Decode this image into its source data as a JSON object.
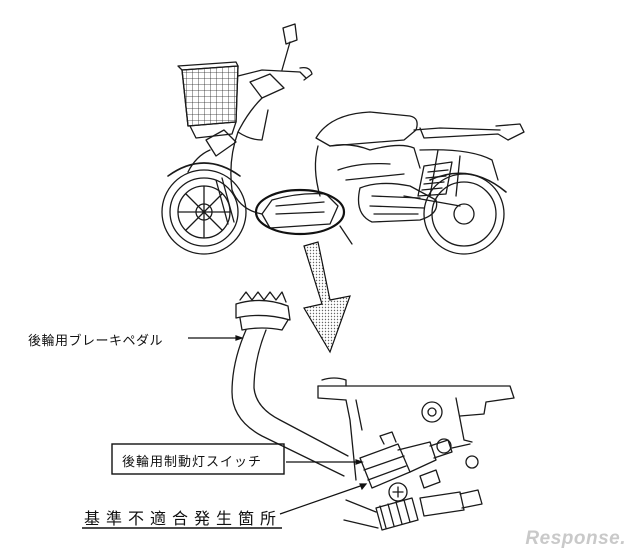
{
  "labels": {
    "rear_brake_pedal": "後輪用ブレーキペダル",
    "rear_brake_light_switch": "後輪用制動灯スイッチ",
    "defect_location": "基準不適合発生箇所"
  },
  "watermark": {
    "text": "Response."
  },
  "colors": {
    "line": "#1a1a1a",
    "watermark": "#c9c9c9",
    "arrow_fill": "#9a9a9a"
  }
}
